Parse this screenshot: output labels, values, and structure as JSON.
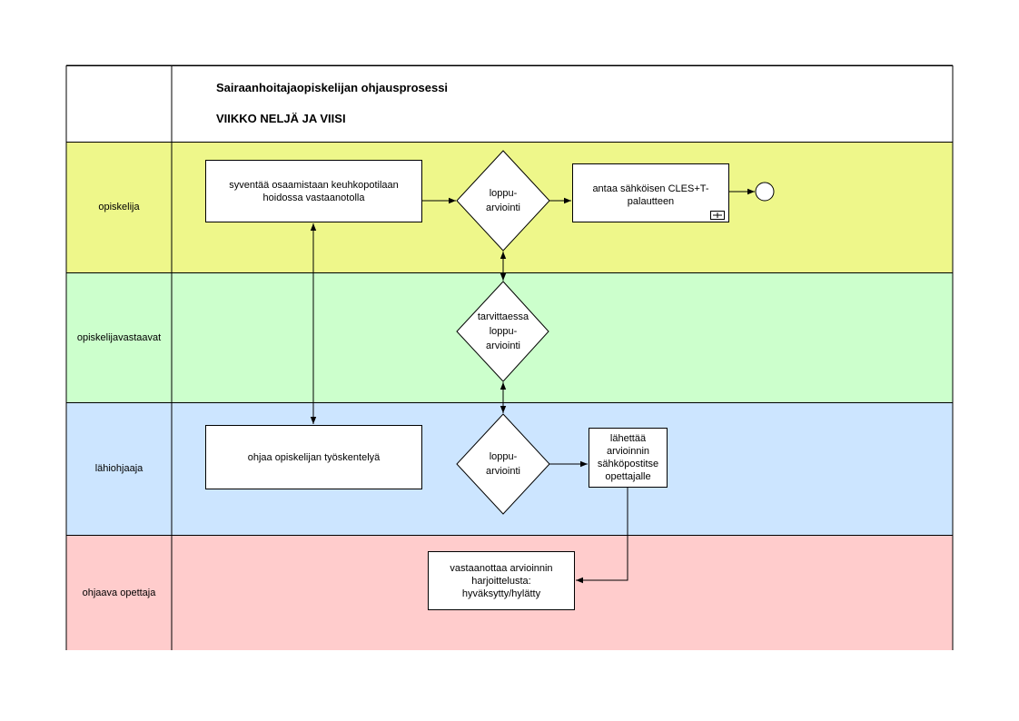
{
  "header": {
    "title": "Sairaanhoitajaopiskelijan ohjausprosessi",
    "subtitle": "VIIKKO NELJÄ JA VIISI"
  },
  "lanes": [
    {
      "label": "opiskelija",
      "color": "#eef78a"
    },
    {
      "label": "opiskelijavastaavat",
      "color": "#ccffcc"
    },
    {
      "label": "lähiohjaaja",
      "color": "#cce5ff"
    },
    {
      "label": "ohjaava opettaja",
      "color": "#ffcccc"
    }
  ],
  "nodes": {
    "deepen": "syventää osaamistaan keuhkopotilaan hoidossa vastaanotolla",
    "final_eval_1": "loppu-\narviointi",
    "feedback": "antaa sähköisen CLES+T-palautteen",
    "final_eval_optional": "tarvittaessa\nloppu-\narviointi",
    "guide_work": "ohjaa opiskelijan työskentelyä",
    "final_eval_2": "loppu-\narviointi",
    "send_eval": "lähettää arvioinnin sähköpostitse opettajalle",
    "receive_eval": "vastaanottaa arvioinnin harjoittelusta: hyväksytty/hylätty"
  },
  "icons": [
    "end-event-icon",
    "sub-process-icon"
  ]
}
